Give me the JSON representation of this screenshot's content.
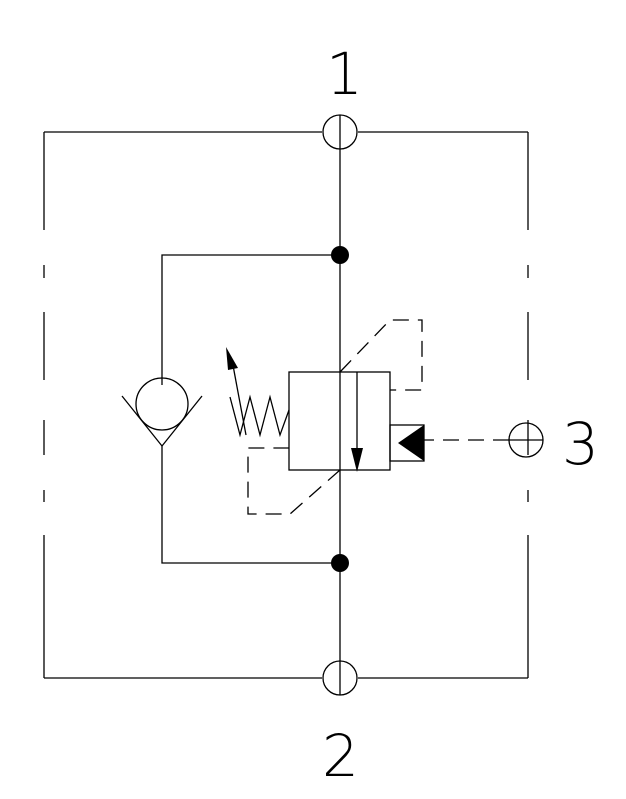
{
  "diagram": {
    "type": "hydraulic valve schematic",
    "ports": {
      "port_1": "1",
      "port_2": "2",
      "port_3": "3"
    },
    "line_color": "#000000",
    "background": "#ffffff"
  }
}
